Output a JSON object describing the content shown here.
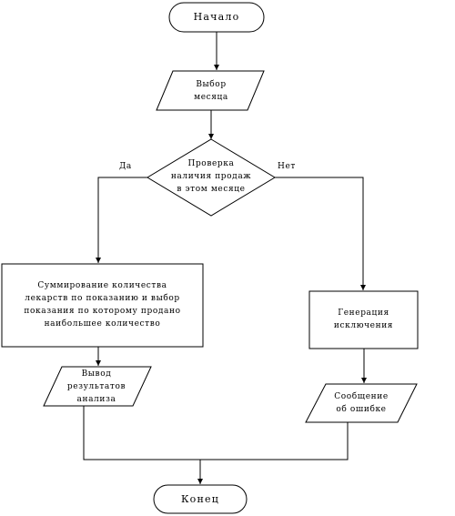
{
  "flowchart": {
    "start": "Начало",
    "select_month": "Выбор\nмесяца",
    "check": "Проверка\nналичия продаж\nв этом месяце",
    "branch_yes": "Да",
    "branch_no": "Нет",
    "sum": "Суммирование количества\nлекарств по показанию и выбор\nпоказания по которому продано\nнаибольшее количество",
    "output": "Вывод\nрезультатов\nанализа",
    "exception": "Генерация\nисключения",
    "error_message": "Сообщение\nоб ошибке",
    "end": "Конец"
  }
}
